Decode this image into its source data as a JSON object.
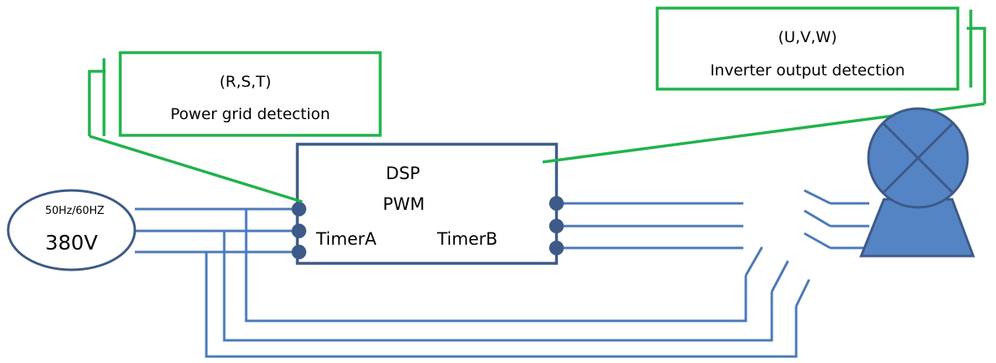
{
  "source": {
    "frequency": "50Hz/60HZ",
    "voltage": "380V"
  },
  "grid_detection": {
    "phases": "(R,S,T)",
    "label": "Power grid detection"
  },
  "inverter_detection": {
    "phases": "(U,V,W)",
    "label": "Inverter output detection"
  },
  "controller": {
    "line1": "DSP",
    "line2": "PWM",
    "timer_a": "TimerA",
    "timer_b": "TimerB"
  },
  "colors": {
    "wire": "#4a7ab8",
    "detector": "#21b24b",
    "controller_border": "#3b5a86",
    "terminal": "#3d5a88",
    "motor_fill": "#5584c4",
    "motor_stroke": "#3d5a88"
  },
  "icons": {
    "motor": "motor-icon",
    "source": "ac-source-icon"
  }
}
